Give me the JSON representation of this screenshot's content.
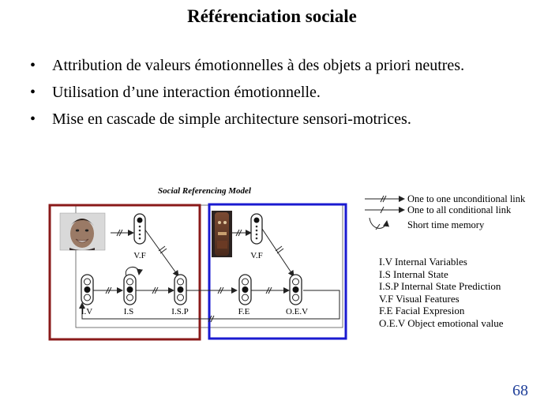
{
  "slide": {
    "title": "Référenciation sociale",
    "page_number": "68"
  },
  "bullets": [
    {
      "text": "Attribution de valeurs émotionnelles à des objets a priori neutres."
    },
    {
      "text": "Utilisation d’une interaction émotionnelle."
    },
    {
      "text": "Mise en cascade de simple architecture sensori-motrices."
    }
  ],
  "diagram": {
    "title": "Social Referencing Model",
    "node_labels": {
      "vf_left": "V.F",
      "vf_right": "V.F",
      "iv": "I.V",
      "is": "I.S",
      "isp": "I.S.P",
      "fe": "F.E",
      "oev": "O.E.V"
    },
    "box_colors": {
      "left": "#8a1a1a",
      "right": "#1a1ad0"
    },
    "legend": [
      {
        "icon": "one-to-one-link-icon",
        "text": "One to one unconditional link"
      },
      {
        "icon": "one-to-all-link-icon",
        "text": "One to all conditional link"
      },
      {
        "icon": "short-term-memory-icon",
        "text": "Short time memory"
      }
    ],
    "definitions": [
      "I.V Internal Variables",
      "I.S Internal State",
      "I.S.P Internal State Prediction",
      "V.F Visual Features",
      "F.E Facial Expresion",
      "O.E.V Object emotional value"
    ]
  }
}
